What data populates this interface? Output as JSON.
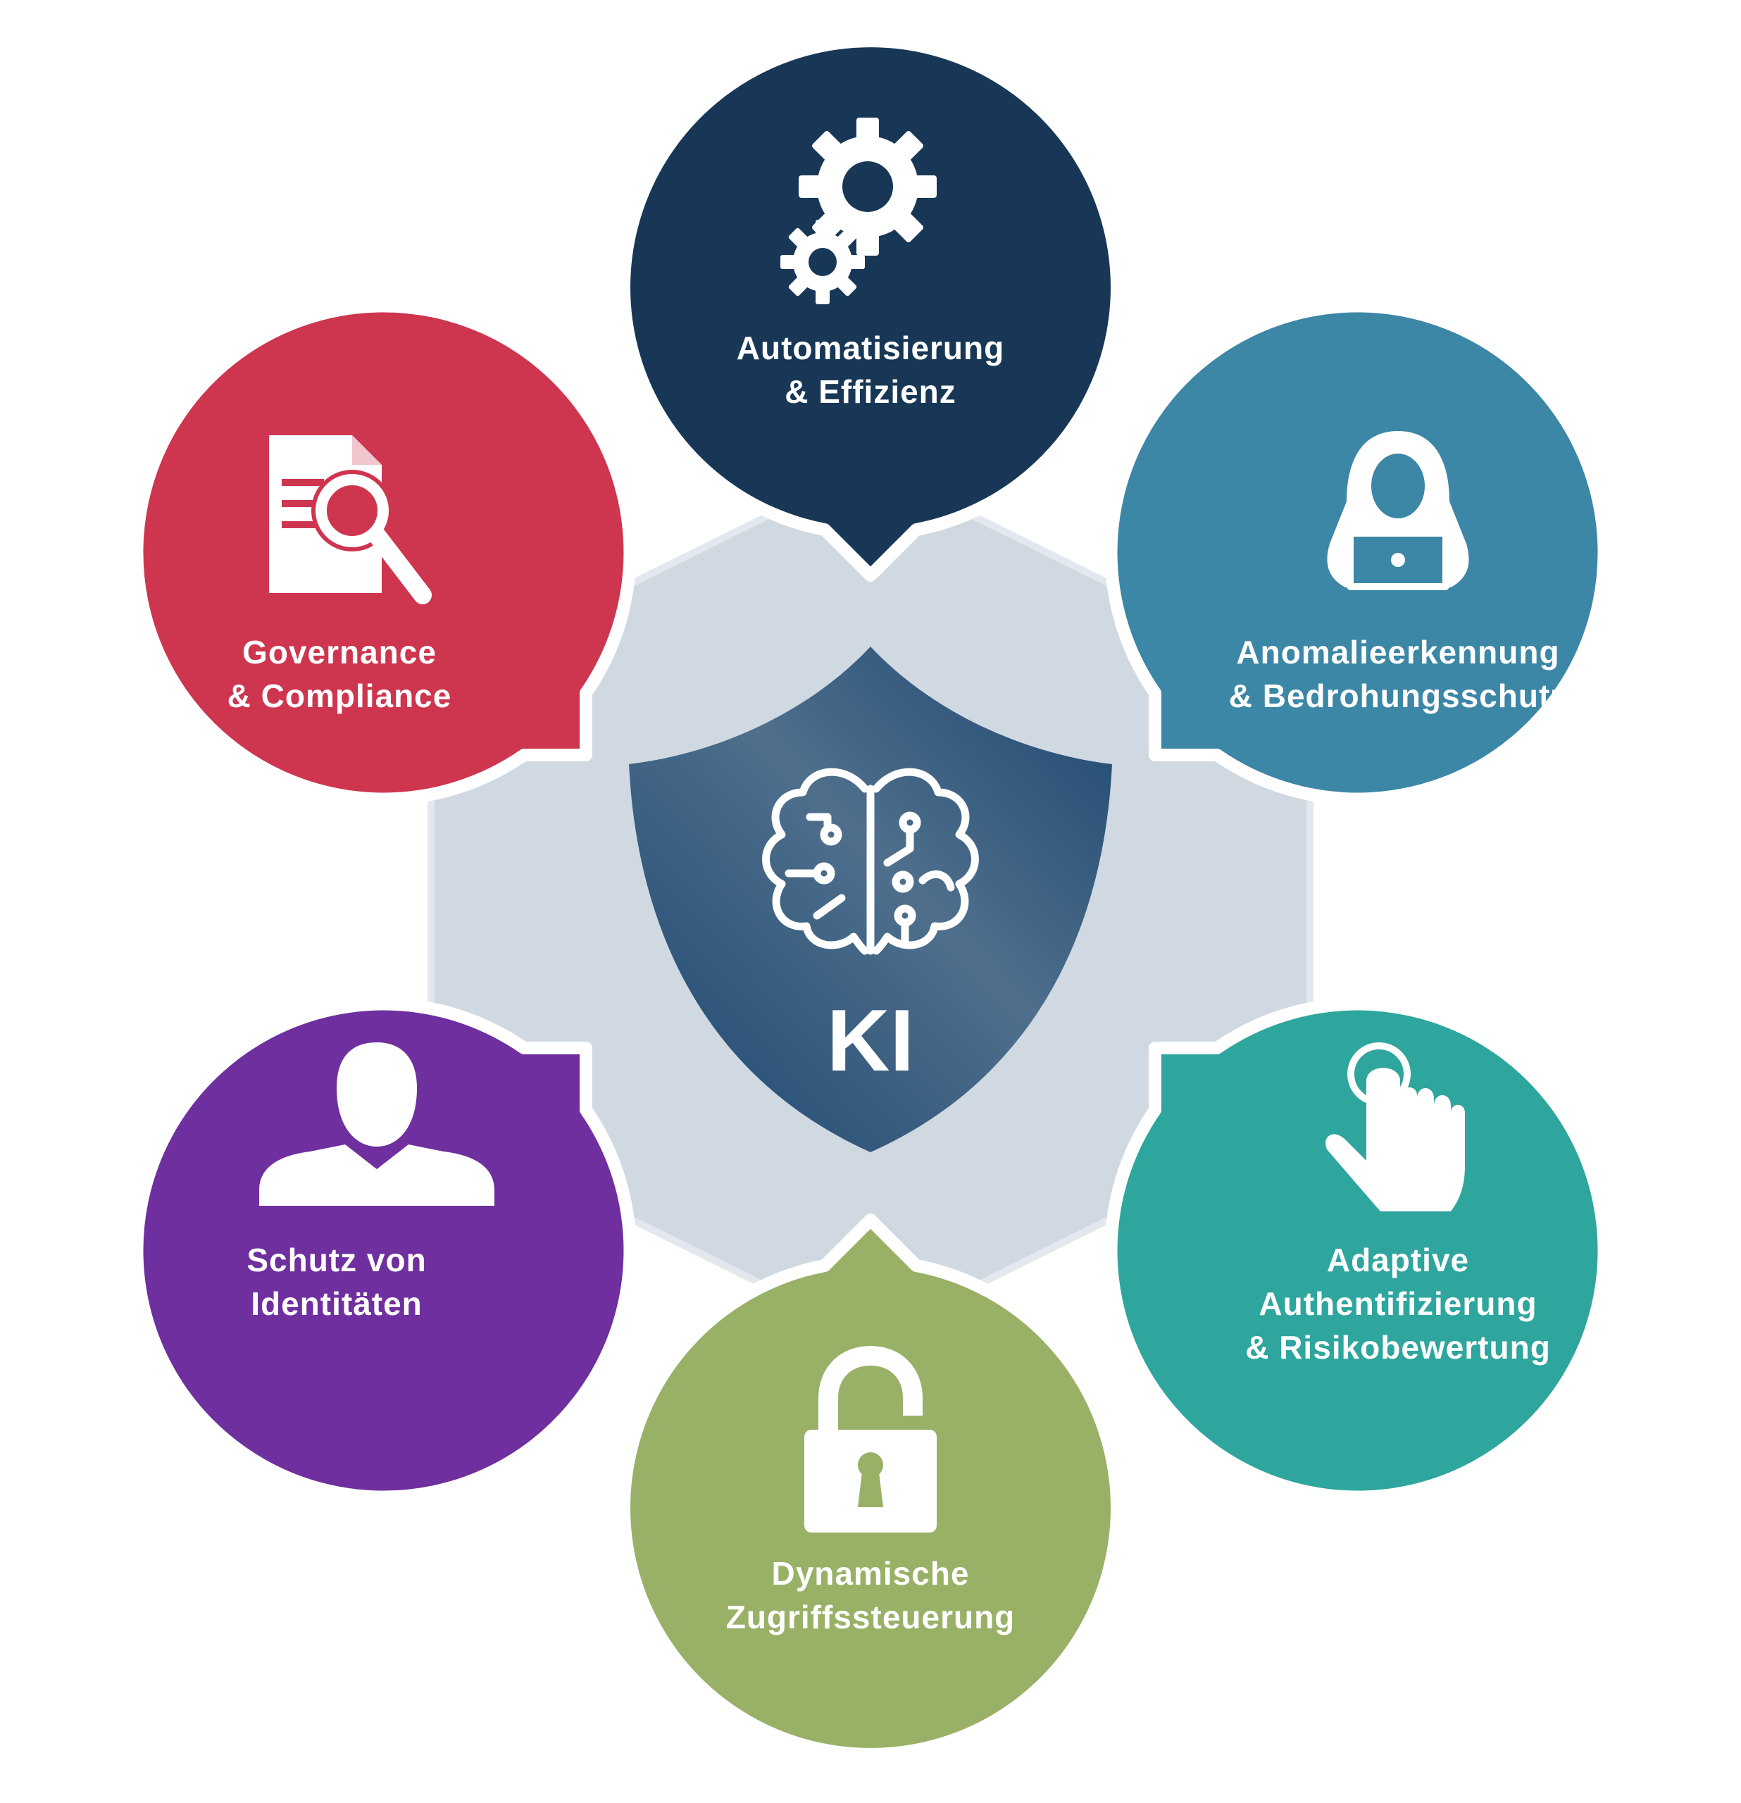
{
  "center": {
    "label": "KI",
    "icon": "brain-icon",
    "shield_color": "#1f4e79",
    "hexagon_color": "#d0d9e1"
  },
  "segments": [
    {
      "id": "automation",
      "line1": "Automatisierung",
      "line2": "& Effizienz",
      "line3": "",
      "icon": "gears-icon",
      "color": "#183756"
    },
    {
      "id": "anomaly",
      "line1": "Anomalieerkennung",
      "line2": "& Bedrohungsschutz",
      "line3": "",
      "icon": "hacker-icon",
      "color": "#3c86a6"
    },
    {
      "id": "adaptive-auth",
      "line1": "Adaptive",
      "line2": "Authentifizierung",
      "line3": "& Risikobewertung",
      "icon": "pointer-hand-icon",
      "color": "#2ea69e"
    },
    {
      "id": "access-control",
      "line1": "Dynamische",
      "line2": "Zugriffssteuerung",
      "line3": "",
      "icon": "padlock-icon",
      "color": "#98b166"
    },
    {
      "id": "identity",
      "line1": "Schutz von",
      "line2": "Identitäten",
      "line3": "",
      "icon": "user-icon",
      "color": "#6f2f9e"
    },
    {
      "id": "governance",
      "line1": "Governance",
      "line2": "& Compliance",
      "line3": "",
      "icon": "document-search-icon",
      "color": "#ce354f"
    }
  ]
}
